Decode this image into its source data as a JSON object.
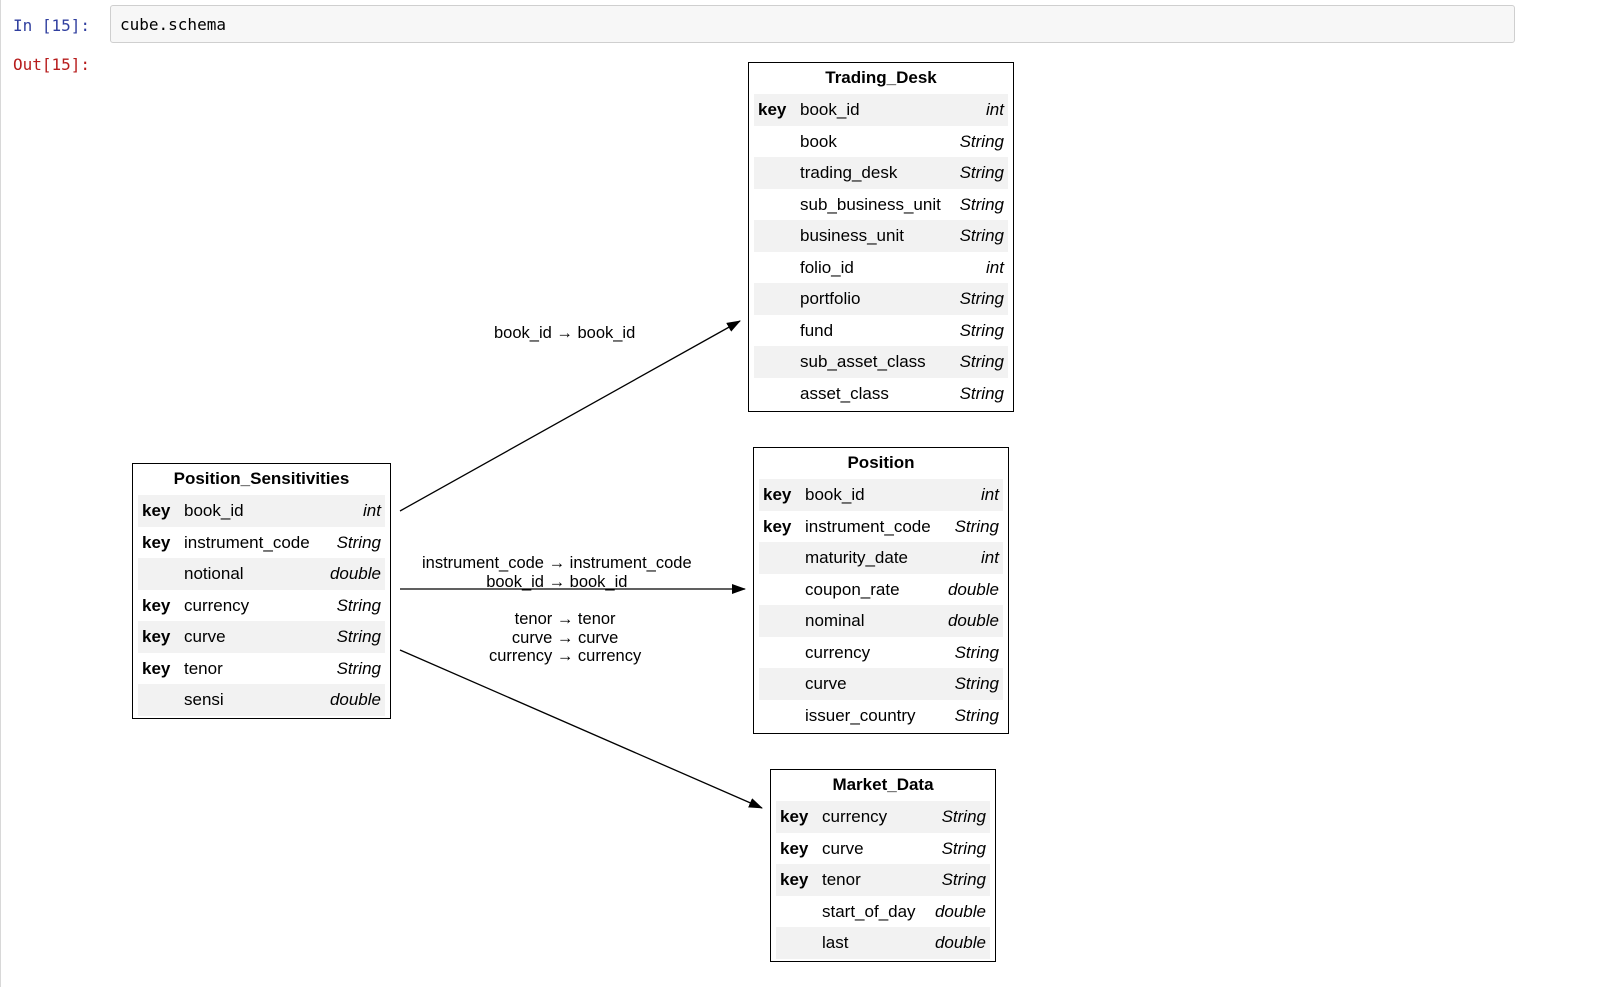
{
  "cell": {
    "in_prompt": "In [15]:",
    "out_prompt": "Out[15]:",
    "code": "cube.schema"
  },
  "tables": {
    "trading_desk": {
      "title": "Trading_Desk",
      "rows": [
        {
          "key": "key",
          "name": "book_id",
          "type": "int"
        },
        {
          "key": "",
          "name": "book",
          "type": "String"
        },
        {
          "key": "",
          "name": "trading_desk",
          "type": "String"
        },
        {
          "key": "",
          "name": "sub_business_unit",
          "type": "String"
        },
        {
          "key": "",
          "name": "business_unit",
          "type": "String"
        },
        {
          "key": "",
          "name": "folio_id",
          "type": "int"
        },
        {
          "key": "",
          "name": "portfolio",
          "type": "String"
        },
        {
          "key": "",
          "name": "fund",
          "type": "String"
        },
        {
          "key": "",
          "name": "sub_asset_class",
          "type": "String"
        },
        {
          "key": "",
          "name": "asset_class",
          "type": "String"
        }
      ]
    },
    "position": {
      "title": "Position",
      "rows": [
        {
          "key": "key",
          "name": "book_id",
          "type": "int"
        },
        {
          "key": "key",
          "name": "instrument_code",
          "type": "String"
        },
        {
          "key": "",
          "name": "maturity_date",
          "type": "int"
        },
        {
          "key": "",
          "name": "coupon_rate",
          "type": "double"
        },
        {
          "key": "",
          "name": "nominal",
          "type": "double"
        },
        {
          "key": "",
          "name": "currency",
          "type": "String"
        },
        {
          "key": "",
          "name": "curve",
          "type": "String"
        },
        {
          "key": "",
          "name": "issuer_country",
          "type": "String"
        }
      ]
    },
    "position_sensitivities": {
      "title": "Position_Sensitivities",
      "rows": [
        {
          "key": "key",
          "name": "book_id",
          "type": "int"
        },
        {
          "key": "key",
          "name": "instrument_code",
          "type": "String"
        },
        {
          "key": "",
          "name": "notional",
          "type": "double"
        },
        {
          "key": "key",
          "name": "currency",
          "type": "String"
        },
        {
          "key": "key",
          "name": "curve",
          "type": "String"
        },
        {
          "key": "key",
          "name": "tenor",
          "type": "String"
        },
        {
          "key": "",
          "name": "sensi",
          "type": "double"
        }
      ]
    },
    "market_data": {
      "title": "Market_Data",
      "rows": [
        {
          "key": "key",
          "name": "currency",
          "type": "String"
        },
        {
          "key": "key",
          "name": "curve",
          "type": "String"
        },
        {
          "key": "key",
          "name": "tenor",
          "type": "String"
        },
        {
          "key": "",
          "name": "start_of_day",
          "type": "double"
        },
        {
          "key": "",
          "name": "last",
          "type": "double"
        }
      ]
    }
  },
  "edges": {
    "to_trading_desk": [
      "book_id → book_id"
    ],
    "to_position": [
      "instrument_code → instrument_code",
      "book_id → book_id"
    ],
    "to_market_data": [
      "tenor → tenor",
      "curve → curve",
      "currency → currency"
    ]
  }
}
